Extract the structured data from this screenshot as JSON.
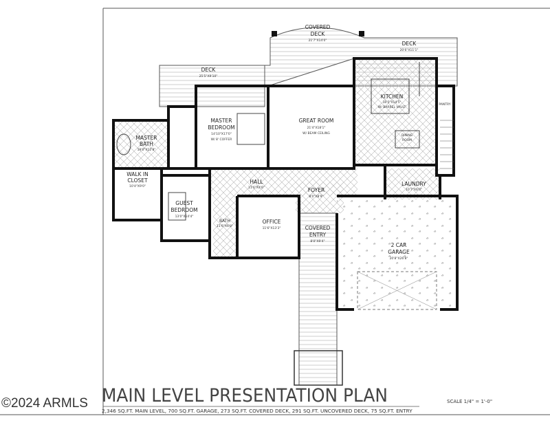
{
  "plan": {
    "title": "MAIN LEVEL PRESENTATION PLAN",
    "summary": "2,346 SQ.FT. MAIN LEVEL, 700 SQ.FT. GARAGE, 273 SQ.FT. COVERED DECK, 291 SQ.FT. UNCOVERED DECK, 75 SQ.FT. ENTRY",
    "scale": "SCALE 1/4\" = 1'-0\"",
    "watermark": "©2024 ARMLS"
  },
  "rooms": {
    "covered_deck": {
      "name1": "COVERED",
      "name2": "DECK",
      "dim": "21'7\"X14'0\""
    },
    "deck_right": {
      "name": "DECK",
      "dim": "20'6\"X11'1\""
    },
    "deck_left": {
      "name": "DECK",
      "dim": "25'5\"X9'10\""
    },
    "master_bedroom": {
      "name1": "MASTER",
      "name2": "BEDROOM",
      "dim": "14'10\"X17'0\"",
      "note": "W/ 8' COFFER"
    },
    "great_room": {
      "name": "GREAT ROOM",
      "dim": "21'4\"X18'1\"",
      "note": "W/ BEAM CEILING"
    },
    "kitchen": {
      "name": "KITCHEN",
      "dim": "16'5\"X14'5\"",
      "note": "W/ BARREL VAULT"
    },
    "dining_room": {
      "name1": "DINING",
      "name2": "ROOM"
    },
    "pantry": {
      "name": "PANTRY"
    },
    "master_bath": {
      "name1": "MASTER",
      "name2": "BATH",
      "dim": "19'0\"X12'8\""
    },
    "walk_in_closet": {
      "name1": "WALK IN",
      "name2": "CLOSET",
      "dim": "10'4\"X9'0\""
    },
    "guest_bedroom": {
      "name1": "GUEST",
      "name2": "BEDROOM",
      "dim": "13'0\"X14'4\""
    },
    "hall": {
      "name": "HALL",
      "dim": "11'6\"X4'6\""
    },
    "foyer": {
      "name": "FOYER",
      "dim": "8'0\"X8'9\""
    },
    "laundry": {
      "name": "LAUNDRY",
      "dim": "10'7\"X6'0\""
    },
    "bath": {
      "name": "BATH",
      "dim": "11'6\"X6'8\""
    },
    "office": {
      "name": "OFFICE",
      "dim": "11'6\"X13'3\""
    },
    "covered_entry": {
      "name1": "COVERED",
      "name2": "ENTRY",
      "dim": "8'0\"X9'4\""
    },
    "garage": {
      "name1": "2 CAR",
      "name2": "GARAGE",
      "dim": "20'8\"X26'8\""
    }
  },
  "colors": {
    "line": "#111111",
    "hatch": "#999999",
    "text": "#333333"
  }
}
